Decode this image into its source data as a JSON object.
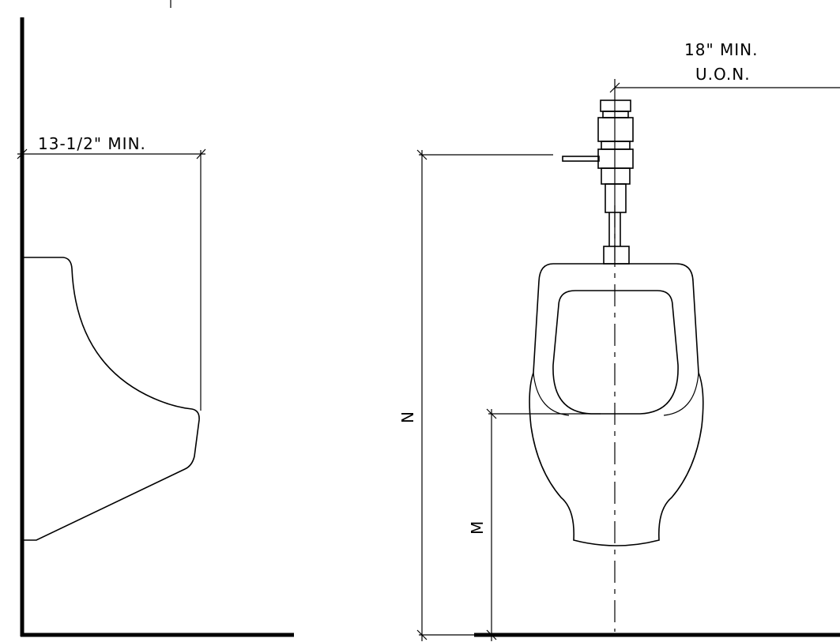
{
  "side_view": {
    "clearance_label": "13-1/2\" MIN."
  },
  "front_view": {
    "wall_clearance_label_line1": "18\" MIN.",
    "wall_clearance_label_line2": "U.O.N.",
    "overall_height_label": "N",
    "rim_height_label": "M"
  },
  "colors": {
    "ink": "#000000",
    "background": "#ffffff"
  }
}
